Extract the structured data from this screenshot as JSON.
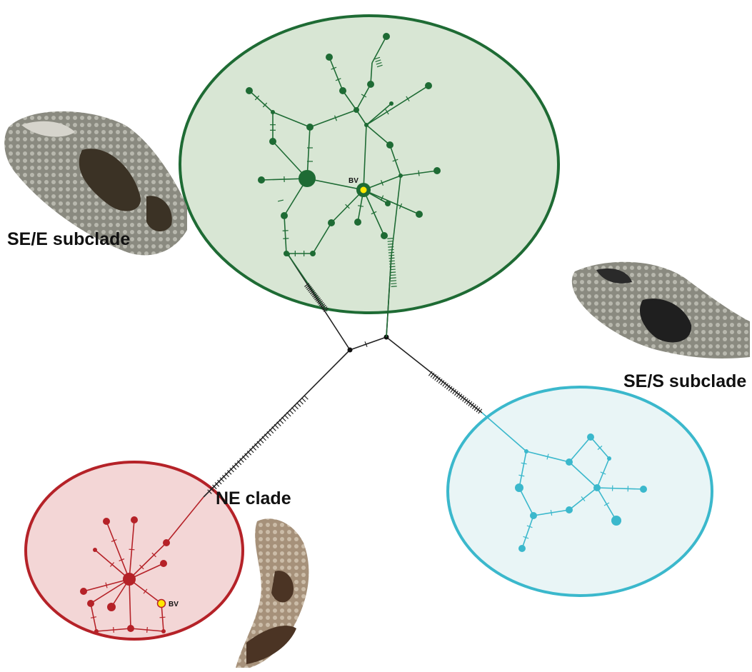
{
  "labels": {
    "se_e": "SE/E subclade",
    "se_s": "SE/S subclade",
    "ne": "NE clade",
    "bv_green": "BV",
    "bv_red": "BV"
  },
  "colors": {
    "green": "#1e6b34",
    "green_fill": "#d8e6d4",
    "cyan": "#3bb8cc",
    "cyan_fill": "#e9f5f6",
    "red": "#b52228",
    "red_fill": "#f3d6d6",
    "bv_marker": "#ffe800"
  },
  "icons": {
    "se_e_photo": "snake-head-photo",
    "se_s_photo": "snake-head-photo",
    "ne_photo": "snake-head-photo"
  }
}
